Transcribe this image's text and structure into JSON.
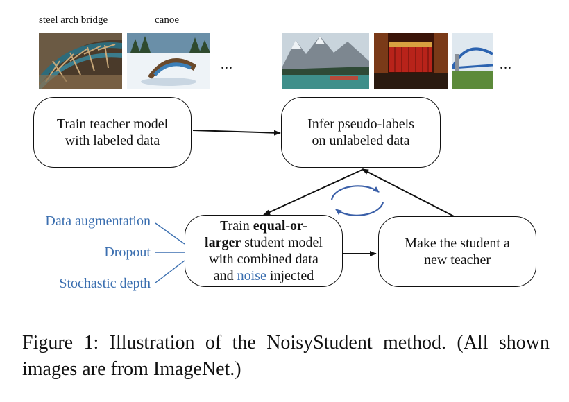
{
  "images": {
    "labels": [
      "steel arch bridge",
      "canoe"
    ],
    "ellipsis_left": "...",
    "ellipsis_right": "..."
  },
  "boxes": {
    "teacher": [
      "Train teacher model",
      "with labeled data"
    ],
    "infer": [
      "Infer pseudo-labels",
      "on unlabeled data"
    ],
    "student": {
      "line1_prefix": "Train ",
      "line1_bold": "equal-or-",
      "line2_bold": "larger",
      "line2_rest": " student model",
      "line3": "with combined data",
      "line4_prefix": "and ",
      "line4_noise": "noise",
      "line4_suffix": " injected"
    },
    "new_teacher": [
      "Make the student a",
      "new teacher"
    ]
  },
  "noise_sources": [
    "Data augmentation",
    "Dropout",
    "Stochastic depth"
  ],
  "caption": "Figure 1: Illustration of the NoisyStudent method. (All shown images are from ImageNet.)",
  "colors": {
    "noise_blue": "#3b6fb0",
    "cycle_blue": "#3a5fa8"
  }
}
